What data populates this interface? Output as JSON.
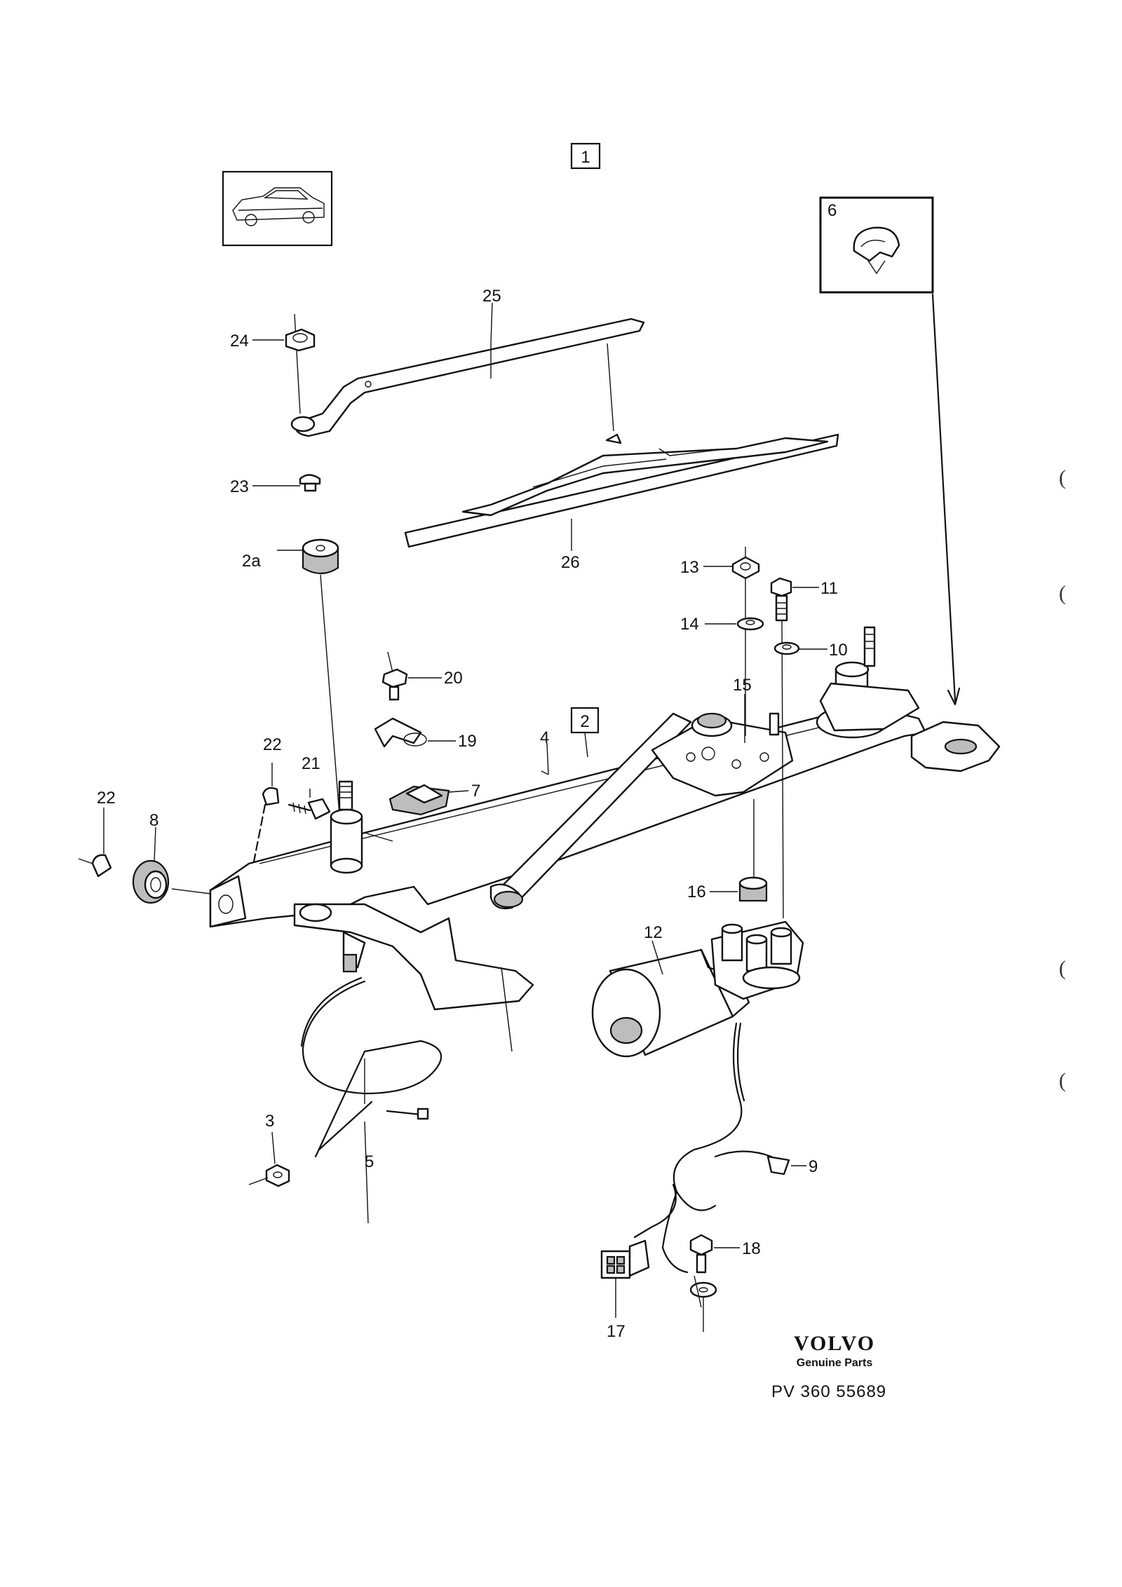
{
  "diagram": {
    "section_box_label": "1",
    "subassembly_box_label": "2",
    "inset_detail_label": "6",
    "callouts": {
      "p2a": "2a",
      "p3": "3",
      "p4": "4",
      "p5": "5",
      "p7": "7",
      "p8": "8",
      "p9": "9",
      "p10": "10",
      "p11": "11",
      "p12": "12",
      "p13": "13",
      "p14": "14",
      "p15": "15",
      "p16": "16",
      "p17": "17",
      "p18": "18",
      "p19": "19",
      "p20": "20",
      "p21": "21",
      "p22a": "22",
      "p22b": "22",
      "p23": "23",
      "p24": "24",
      "p25": "25",
      "p26": "26"
    }
  },
  "branding": {
    "logo": "VOLVO",
    "tagline": "Genuine Parts",
    "reference_code": "PV  360 55689"
  },
  "margin_marks": [
    "(",
    "(",
    "(",
    "("
  ]
}
